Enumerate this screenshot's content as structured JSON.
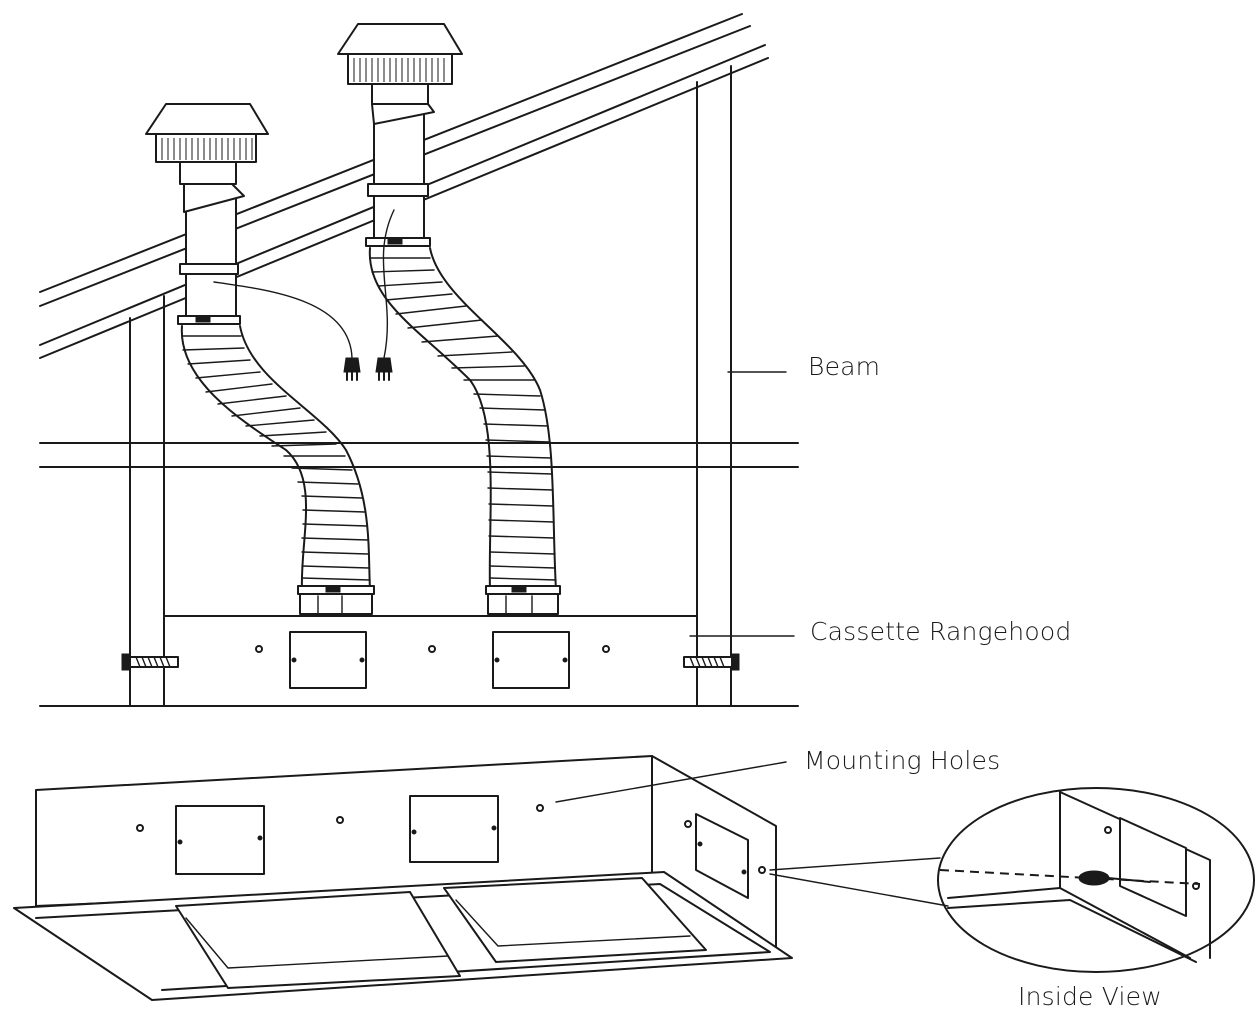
{
  "labels": {
    "beam": "Beam",
    "cassette": "Cassette Rangehood",
    "mounting": "Mounting Holes",
    "inside": "Inside View"
  },
  "colors": {
    "line": "#1a1a1a",
    "background": "#ffffff"
  }
}
